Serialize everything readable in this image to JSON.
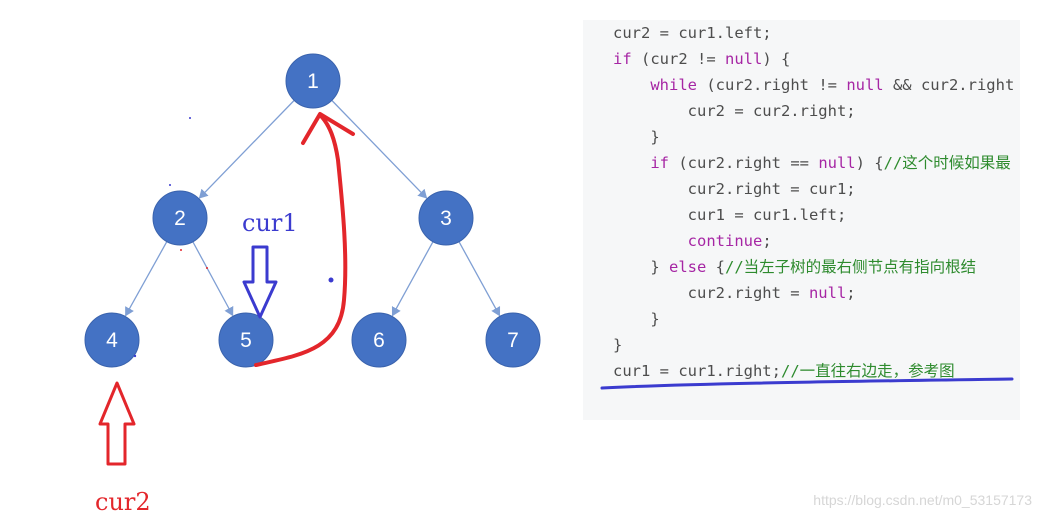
{
  "tree": {
    "nodes": [
      {
        "id": "1",
        "label": "1"
      },
      {
        "id": "2",
        "label": "2"
      },
      {
        "id": "3",
        "label": "3"
      },
      {
        "id": "4",
        "label": "4"
      },
      {
        "id": "5",
        "label": "5"
      },
      {
        "id": "6",
        "label": "6"
      },
      {
        "id": "7",
        "label": "7"
      }
    ],
    "edges": [
      [
        "1",
        "2"
      ],
      [
        "1",
        "3"
      ],
      [
        "2",
        "4"
      ],
      [
        "2",
        "5"
      ],
      [
        "3",
        "6"
      ],
      [
        "3",
        "7"
      ]
    ]
  },
  "pointers": {
    "cur1": {
      "label": "cur1",
      "color": "#3b3bcf",
      "target": "5"
    },
    "cur2": {
      "label": "cur2",
      "color": "#e3262b",
      "target": "4"
    }
  },
  "annotation_color": "#e3262b",
  "code": {
    "lines": [
      [
        {
          "t": "cur2 = cur1.left;"
        }
      ],
      [
        {
          "t": "if",
          "k": "kw"
        },
        {
          "t": " (cur2 != "
        },
        {
          "t": "null",
          "k": "kw"
        },
        {
          "t": ") {"
        }
      ],
      [
        {
          "t": "    "
        },
        {
          "t": "while",
          "k": "kw"
        },
        {
          "t": " (cur2.right != "
        },
        {
          "t": "null",
          "k": "kw"
        },
        {
          "t": " && cur2.right"
        }
      ],
      [
        {
          "t": "        cur2 = cur2.right;"
        }
      ],
      [
        {
          "t": "    }"
        }
      ],
      [
        {
          "t": "    "
        },
        {
          "t": "if",
          "k": "kw"
        },
        {
          "t": " (cur2.right == "
        },
        {
          "t": "null",
          "k": "kw"
        },
        {
          "t": ") {"
        },
        {
          "t": "//这个时候如果最",
          "k": "cm"
        }
      ],
      [
        {
          "t": "        cur2.right = cur1;"
        }
      ],
      [
        {
          "t": "        cur1 = cur1.left;"
        }
      ],
      [
        {
          "t": "        "
        },
        {
          "t": "continue",
          "k": "kw"
        },
        {
          "t": ";"
        }
      ],
      [
        {
          "t": "    } "
        },
        {
          "t": "else",
          "k": "kw"
        },
        {
          "t": " {"
        },
        {
          "t": "//当左子树的最右侧节点有指向根结",
          "k": "cm"
        }
      ],
      [
        {
          "t": "        cur2.right = "
        },
        {
          "t": "null",
          "k": "kw"
        },
        {
          "t": ";"
        }
      ],
      [
        {
          "t": "    }"
        }
      ],
      [
        {
          "t": "}"
        }
      ],
      [
        {
          "t": "cur1 = cur1.right;"
        },
        {
          "t": "//一直往右边走，参考图",
          "k": "cm"
        }
      ]
    ]
  },
  "watermark": "https://blog.csdn.net/m0_53157173",
  "underline_color": "#3b3bcf"
}
